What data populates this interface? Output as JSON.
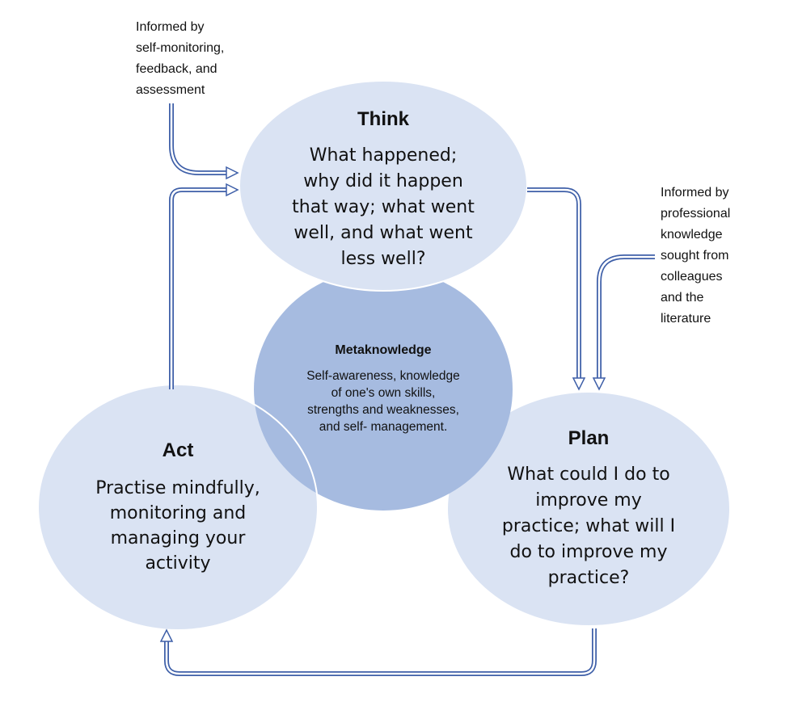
{
  "diagram": {
    "think": {
      "heading": "Think",
      "lines": [
        "What happened;",
        "why did it happen",
        "that way; what went",
        "well, and what went",
        "less well?"
      ]
    },
    "plan": {
      "heading": "Plan",
      "lines": [
        "What could I do to",
        "improve my",
        "practice; what will I",
        "do to improve my",
        "practice?"
      ]
    },
    "act": {
      "heading": "Act",
      "lines": [
        "Practise mindfully,",
        "monitoring and",
        "managing your",
        "activity"
      ]
    },
    "metaknowledge": {
      "heading": "Metaknowledge",
      "lines": [
        "Self-awareness, knowledge",
        "of one's own skills,",
        "strengths and weaknesses,",
        "and self- management."
      ]
    },
    "note_left": {
      "lines": [
        "Informed by",
        "self-monitoring,",
        "feedback, and",
        "assessment"
      ]
    },
    "note_right": {
      "lines": [
        "Informed by",
        "professional",
        "knowledge",
        "sought from",
        "colleagues",
        "and the",
        "literature"
      ]
    }
  },
  "colors": {
    "ellipse_light": "#dae3f3",
    "ellipse_mid": "#a6bbe0",
    "ellipse_border": "#ffffff",
    "arrow": "#3e5fa8",
    "arrow_fill": "#ffffff"
  }
}
